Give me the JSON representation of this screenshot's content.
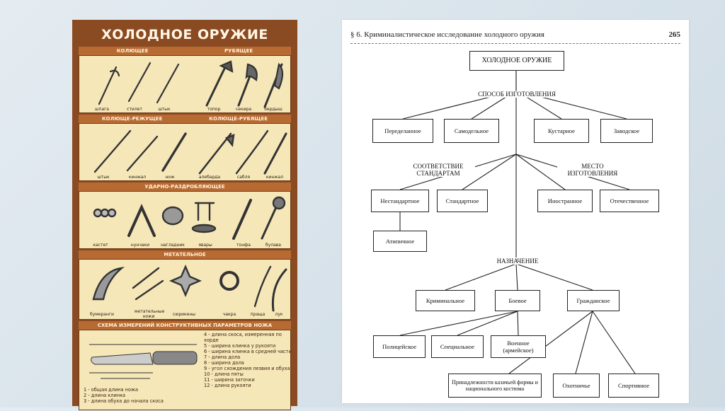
{
  "poster": {
    "title": "ХОЛОДНОЕ ОРУЖИЕ",
    "sections": {
      "s1": [
        "КОЛЮЩЕЕ",
        "РУБЯЩЕЕ"
      ],
      "s2": [
        "КОЛЮЩЕ-РЕЖУЩЕЕ",
        "КОЛЮЩЕ-РУБЯЩЕЕ"
      ],
      "s3": [
        "УДАРНО-РАЗДРОБЛЯЮЩЕЕ"
      ],
      "s4": [
        "МЕТАТЕЛЬНОЕ"
      ],
      "s5": [
        "СХЕМА ИЗМЕРЕНИЙ КОНСТРУКТИВНЫХ ПАРАМЕТРОВ НОЖА"
      ]
    },
    "captions": {
      "row1": [
        "шпага",
        "стилет",
        "штык",
        "топор",
        "секира",
        "бердыш"
      ],
      "row2": [
        "штык",
        "кинжал",
        "нож",
        "алебарда",
        "сабля",
        "кинжал"
      ],
      "row3": [
        "кастет",
        "нунчаки",
        "нагладник",
        "явары",
        "тонфа",
        "булава"
      ],
      "row4": [
        "бумеранги",
        "метательные ножи",
        "сюрикены",
        "чакра",
        "праща",
        "лук"
      ]
    },
    "legend_left": [
      "1 - общая длина ножа",
      "2 - длина клинка",
      "3 - длина обуха до начала скоса"
    ],
    "legend_right": [
      "4 - длина скоса, измеренная по",
      "     хорде",
      "5 - ширина клинка у рукояти",
      "6 - ширина клинка в средней части",
      "7 - длина дола",
      "8 - ширина дола",
      "9 - угол схождения лезвия и обуха",
      "10 - длина пяты",
      "11 - ширина заточки",
      "12 - длина рукояти"
    ]
  },
  "book": {
    "header_title": "§ 6. Криминалистическое исследование холодного оружия",
    "page_number": "265",
    "root": "ХОЛОДНОЕ ОРУЖИЕ",
    "method_label": "СПОСОБ ИЗГОТОВЛЕНИЯ",
    "method": [
      "Переделанное",
      "Самодельное",
      "Кустарное",
      "Заводское"
    ],
    "standard_label": [
      "СООТВЕТСТВИЕ",
      "СТАНДАРТАМ"
    ],
    "standard": [
      "Нестандартное",
      "Стандартное"
    ],
    "atypical": "Атипичное",
    "place_label": [
      "МЕСТО",
      "ИЗГОТОВЛЕНИЯ"
    ],
    "place": [
      "Иностранное",
      "Отечественное"
    ],
    "purpose_label": "НАЗНАЧЕНИЕ",
    "purpose": [
      "Криминальное",
      "Боевое",
      "Гражданское"
    ],
    "combat": [
      "Полицейское",
      "Специальное",
      "Военное (армейское)"
    ],
    "civil": [
      "Принадлежности казачьей формы и национального костюма",
      "Охотничье",
      "Спортивное"
    ]
  }
}
